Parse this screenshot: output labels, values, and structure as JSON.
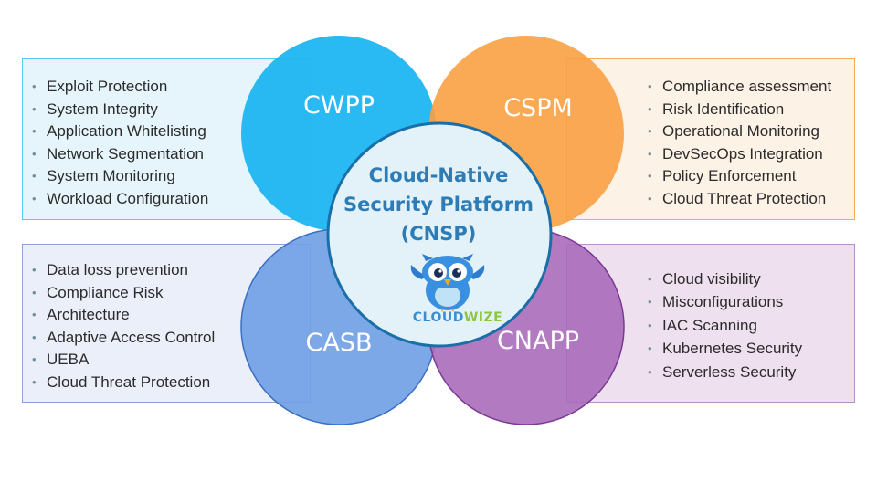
{
  "circles": {
    "cwpp": "CWPP",
    "cspm": "CSPM",
    "casb": "CASB",
    "cnapp": "CNAPP",
    "center_title": "Cloud-Native Security Platform (CNSP)"
  },
  "logo": {
    "part1": "CLOUD",
    "part2": "WIZE"
  },
  "lists": {
    "cwpp": [
      "Exploit Protection",
      "System Integrity",
      "Application Whitelisting",
      "Network Segmentation",
      "System Monitoring",
      "Workload Configuration"
    ],
    "cspm": [
      "Compliance assessment",
      "Risk Identification",
      "Operational Monitoring",
      "DevSecOps Integration",
      "Policy Enforcement",
      "Cloud Threat Protection"
    ],
    "casb": [
      "Data loss prevention",
      "Compliance Risk",
      "Architecture",
      "Adaptive Access Control",
      "UEBA",
      "Cloud Threat Protection"
    ],
    "cnapp": [
      "Cloud visibility",
      "Misconfigurations",
      "IAC Scanning",
      "Kubernetes Security",
      "Serverless Security"
    ]
  },
  "colors": {
    "cwpp": "#20b6f2",
    "cspm": "#f9a043",
    "casb": "#6f9ee6",
    "cnapp": "#a86cba",
    "center": "#e3f1f9",
    "center_text": "#2e7cb5"
  }
}
